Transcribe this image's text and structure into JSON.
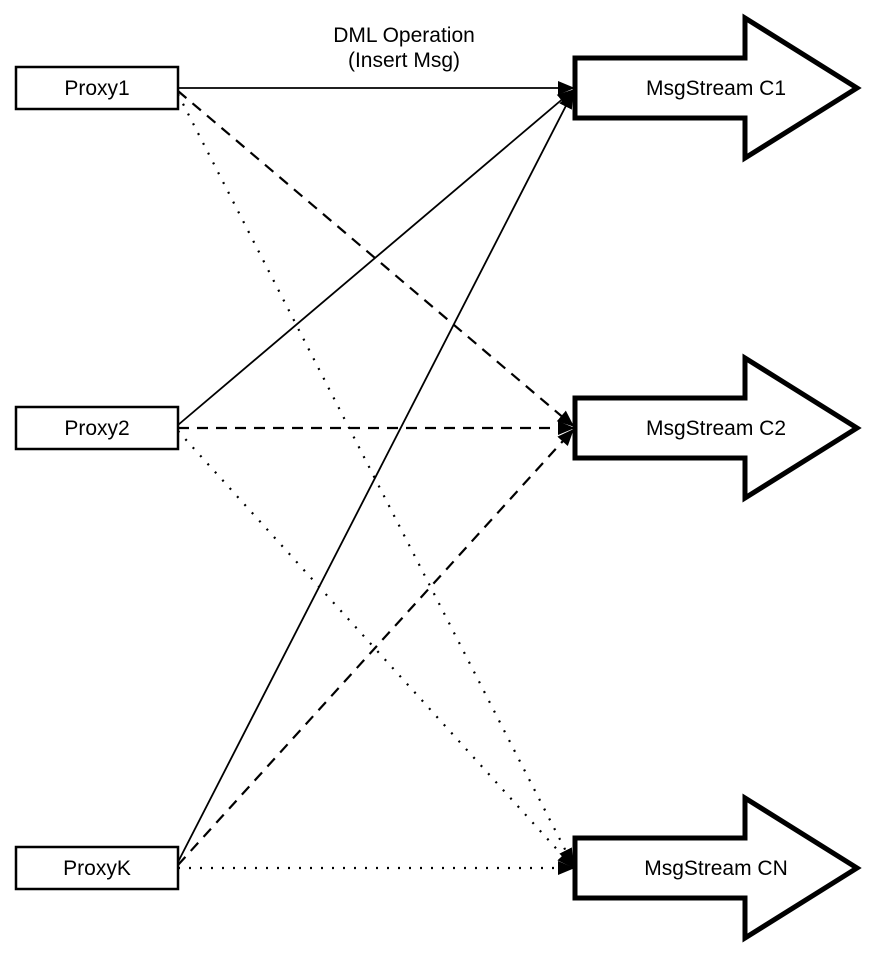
{
  "diagram": {
    "title_line1": "DML Operation",
    "title_line2": "(Insert Msg)",
    "proxies": [
      {
        "id": "proxy1",
        "label": "Proxy1"
      },
      {
        "id": "proxy2",
        "label": "Proxy2"
      },
      {
        "id": "proxyk",
        "label": "ProxyK"
      }
    ],
    "streams": [
      {
        "id": "c1",
        "label": "MsgStream C1",
        "incoming_line_style": "solid"
      },
      {
        "id": "c2",
        "label": "MsgStream C2",
        "incoming_line_style": "dashed"
      },
      {
        "id": "cn",
        "label": "MsgStream CN",
        "incoming_line_style": "dotted"
      }
    ],
    "connections": [
      {
        "from": "Proxy1",
        "to": "MsgStream C1",
        "style": "solid"
      },
      {
        "from": "Proxy1",
        "to": "MsgStream C2",
        "style": "dashed"
      },
      {
        "from": "Proxy1",
        "to": "MsgStream CN",
        "style": "dotted"
      },
      {
        "from": "Proxy2",
        "to": "MsgStream C1",
        "style": "solid"
      },
      {
        "from": "Proxy2",
        "to": "MsgStream C2",
        "style": "dashed"
      },
      {
        "from": "Proxy2",
        "to": "MsgStream CN",
        "style": "dotted"
      },
      {
        "from": "ProxyK",
        "to": "MsgStream C1",
        "style": "solid"
      },
      {
        "from": "ProxyK",
        "to": "MsgStream C2",
        "style": "dashed"
      },
      {
        "from": "ProxyK",
        "to": "MsgStream CN",
        "style": "dotted"
      }
    ],
    "colors": {
      "stroke": "#000000",
      "fill": "#ffffff",
      "background": "#ffffff"
    }
  }
}
